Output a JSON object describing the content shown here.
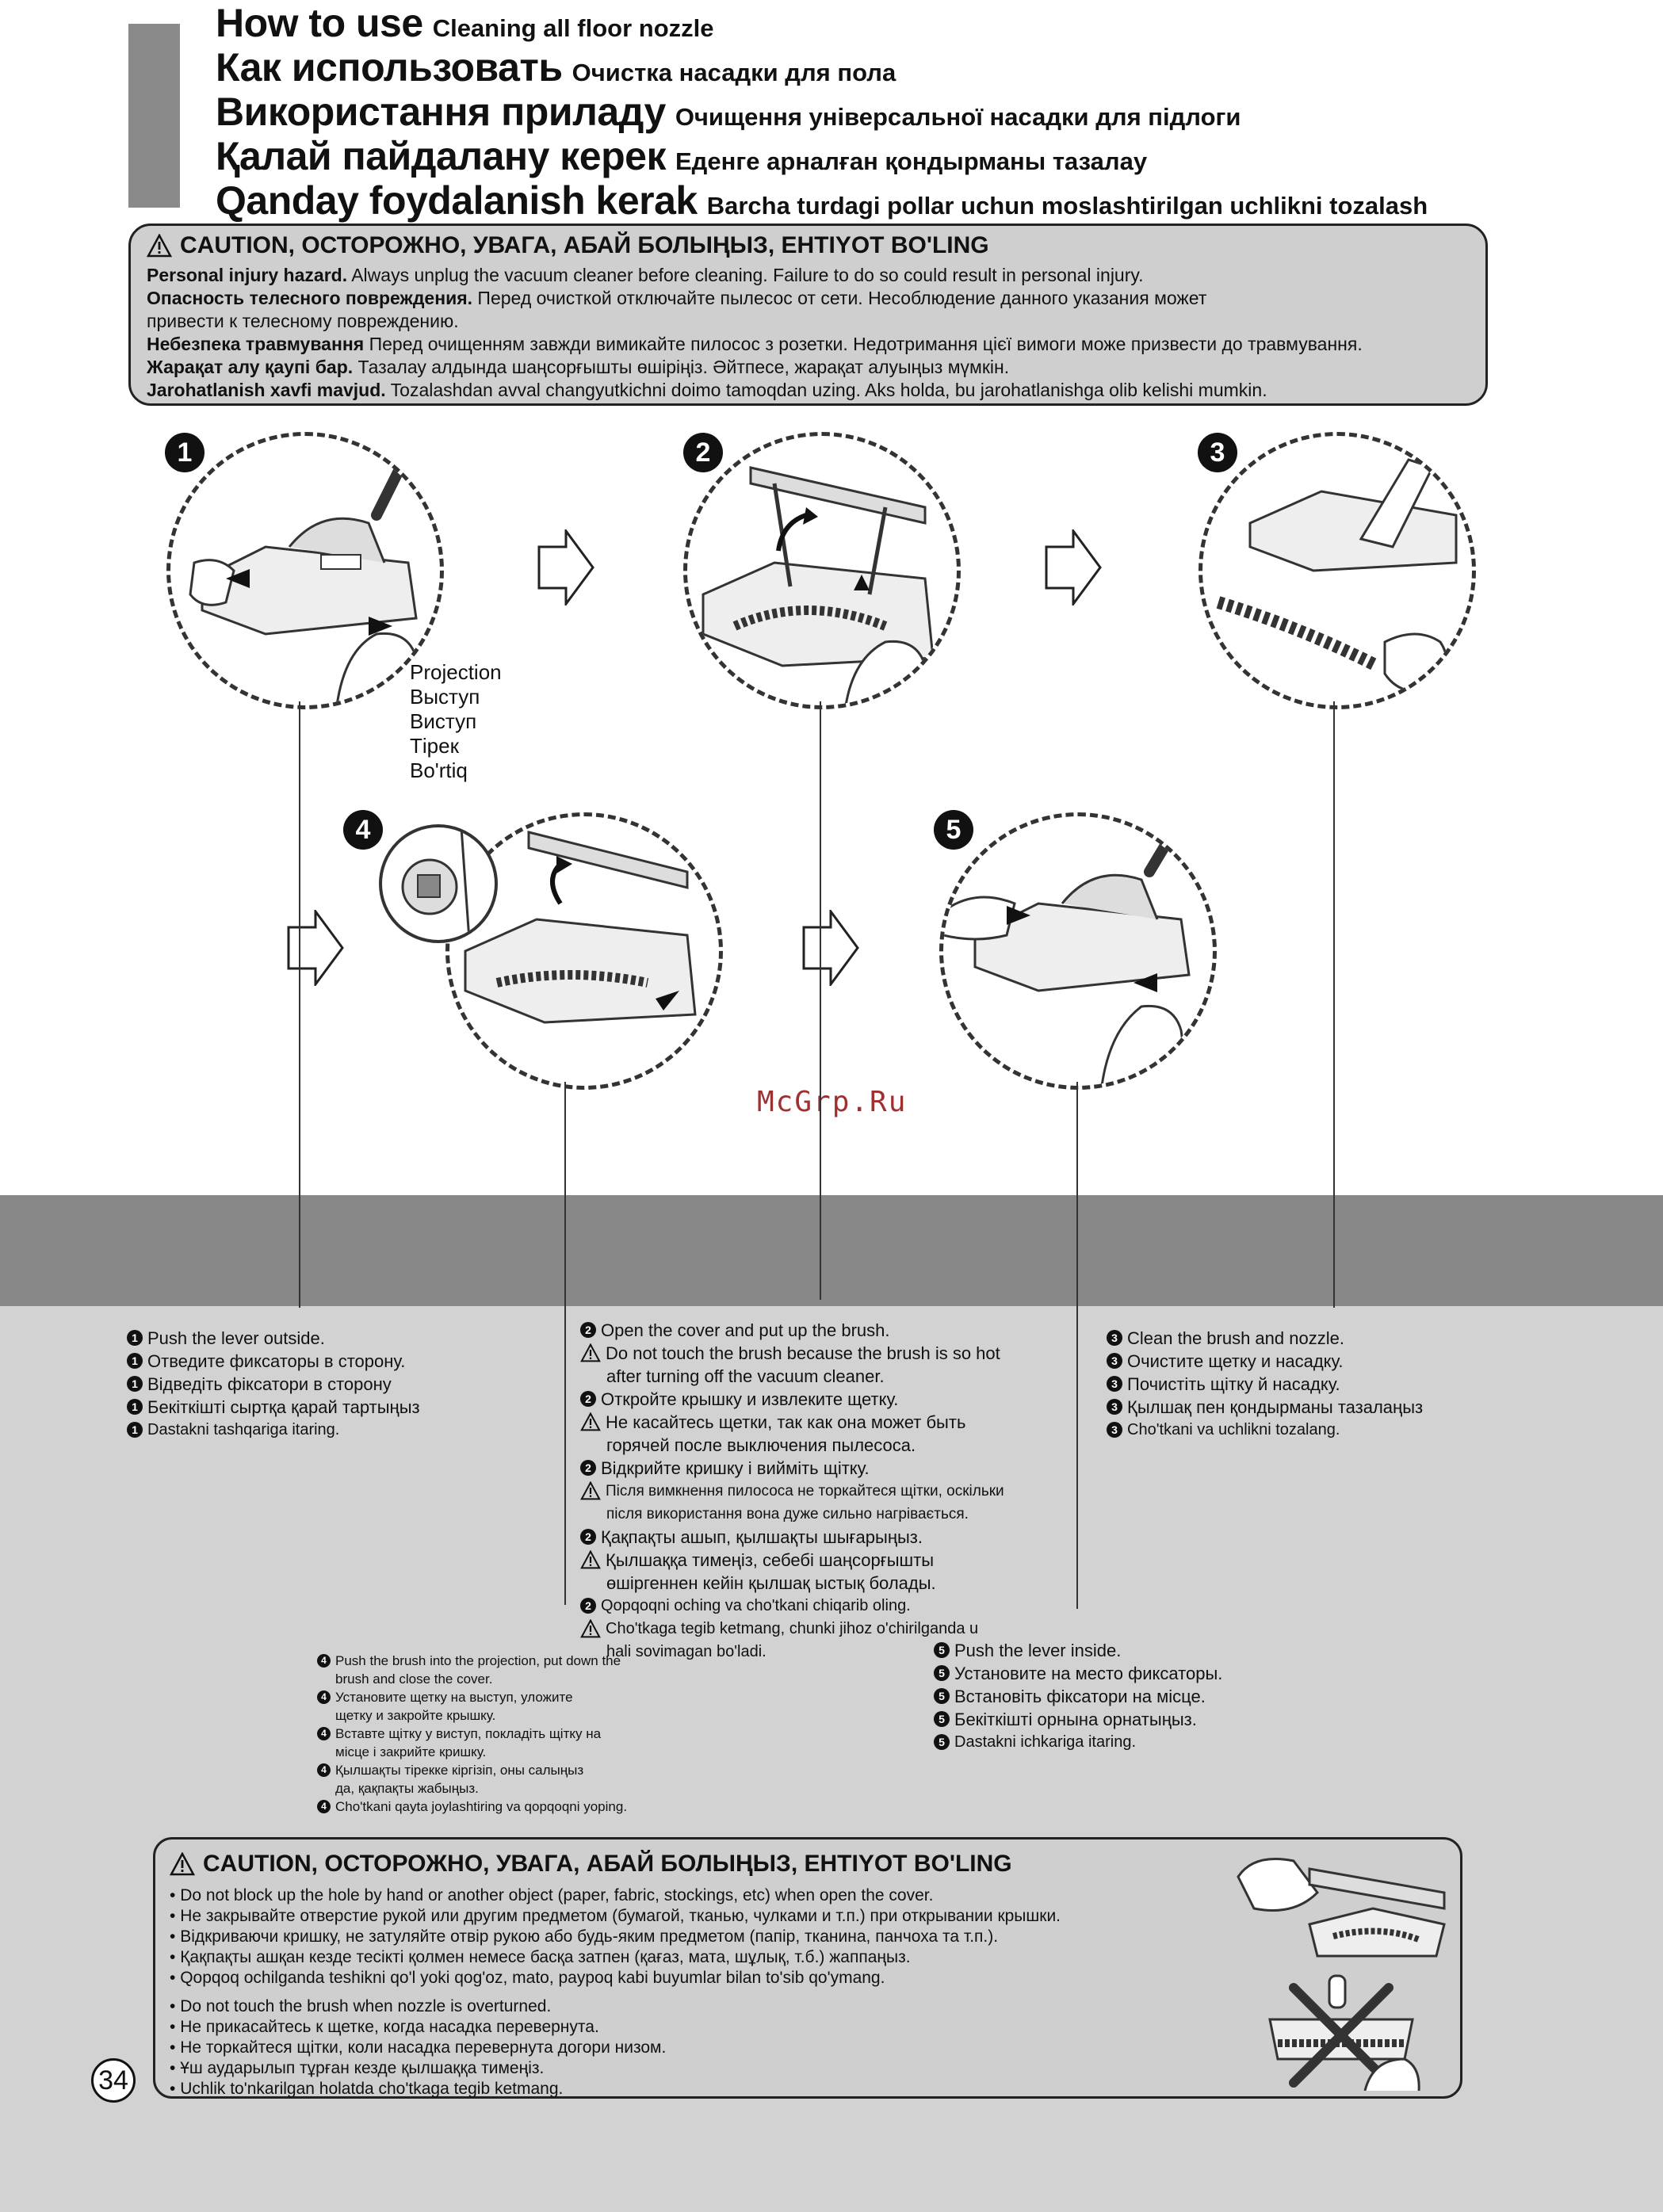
{
  "titles": [
    {
      "main": "How to use",
      "sub": "Cleaning all floor nozzle"
    },
    {
      "main": "Как использовать",
      "sub": "Очистка насадки для пола"
    },
    {
      "main": "Використання приладу",
      "sub": "Очищення універсальної насадки для підлоги"
    },
    {
      "main": "Қалай пайдалану керек",
      "sub": "Еденге арналған қондырманы тазалау"
    },
    {
      "main": "Qanday foydalanish kerak",
      "sub": "Barcha turdagi pollar uchun moslashtirilgan uchlikni tozalash"
    }
  ],
  "caution_top": {
    "heading": "CAUTION, ОСТОРОЖНО, УВАГА, АБАЙ БОЛЫҢЫЗ, EHTIYOT BO'LING",
    "lines": [
      {
        "bold": "Personal injury hazard.",
        "text": " Always unplug the vacuum cleaner before cleaning. Failure to do so could result in personal injury."
      },
      {
        "bold": "Опасность телесного повреждения.",
        "text": " Перед очисткой отключайте пылесос от сети. Несоблюдение данного указания может"
      },
      {
        "bold": "",
        "text": "привести к телесному повреждению."
      },
      {
        "bold": "Небезпека травмування",
        "text": " Перед очищенням завжди вимикайте пилосос з розетки. Недотримання цієї вимоги може призвести до травмування."
      },
      {
        "bold": "Жарақат алу қаупі бар.",
        "text": " Тазалау алдында шаңсорғышты өшіріңіз. Әйтпесе, жарақат алуыңыз мүмкін."
      },
      {
        "bold": "Jarohatlanish xavfi mavjud.",
        "text": " Tozalashdan avval changyutkichni doimo tamoqdan uzing. Aks holda, bu jarohatlanishga olib kelishi mumkin."
      }
    ]
  },
  "steps": [
    "1",
    "2",
    "3",
    "4",
    "5"
  ],
  "projection_labels": [
    "Projection",
    "Выступ",
    "Виступ",
    "Тірек",
    "Bo'rtiq"
  ],
  "watermark": "McGrp.Ru",
  "step1_text": [
    "Push the lever outside.",
    "Отведите фиксаторы в сторону.",
    "Відведіть фіксатори в сторону",
    "Бекіткішті сыртқа қарай тартыңыз",
    "Dastakni tashqariga itaring."
  ],
  "step2_text": {
    "en": "Open the cover and put up the brush.",
    "en_warn": [
      "Do not touch the brush because the brush is so hot",
      "after turning off the vacuum cleaner."
    ],
    "ru": "Откройте крышку и извлеките щетку.",
    "ru_warn": [
      "Не касайтесь щетки, так как она может быть",
      "горячей после выключения пылесоса."
    ],
    "uk": "Відкрийте кришку і вийміть щітку.",
    "uk_warn": [
      "Після вимкнення пилососа не торкайтеся щітки, оскільки",
      "після використання вона дуже сильно нагрівається."
    ],
    "kk": "Қақпақты ашып, қылшақты шығарыңыз.",
    "kk_warn": [
      "Қылшаққа тимеңіз, себебі шаңсорғышты",
      "өшіргеннен кейін қылшақ ыстық болады."
    ],
    "uz": "Qopqoqni oching va cho'tkani chiqarib oling.",
    "uz_warn": [
      "Cho'tkaga tegib ketmang, chunki jihoz o'chirilganda u",
      "hali sovimagan bo'ladi."
    ]
  },
  "step3_text": [
    "Clean the brush and nozzle.",
    "Очистите щетку и насадку.",
    "Почистіть щітку й насадку.",
    "Қылшақ пен қондырманы тазалаңыз",
    "Cho'tkani va uchlikni tozalang."
  ],
  "step4_text": [
    [
      "Push the brush into the projection, put down the",
      "brush and close the cover."
    ],
    [
      "Установите щетку на выступ, уложите",
      "щетку и закройте крышку."
    ],
    [
      "Вставте щітку у виступ, покладіть щітку на",
      "місце і закрийте кришку."
    ],
    [
      "Қылшақты тірекке кіргізіп, оны салыңыз",
      "да, қақпақты жабыңыз."
    ],
    [
      "Cho'tkani qayta joylashtiring va qopqoqni yoping."
    ]
  ],
  "step5_text": [
    "Push the lever inside.",
    "Установите на место фиксаторы.",
    "Встановіть фіксатори на місце.",
    "Бекіткішті орнына орнатыңыз.",
    "Dastakni ichkariga itaring."
  ],
  "caution_bottom": {
    "heading": "CAUTION, ОСТОРОЖНО, УВАГА, АБАЙ БОЛЫҢЫЗ, EHTIYOT BO'LING",
    "group1": [
      "Do not block up the hole by hand or another object (paper, fabric, stockings, etc) when open the cover.",
      "Не закрывайте отверстие рукой или другим предметом (бумагой, тканью, чулками и т.п.) при открывании крышки.",
      "Відкриваючи кришку, не затуляйте отвір рукою або будь-яким предметом (папір, тканина, панчоха та т.п.).",
      "Қақпақты ашқан кезде тесікті қолмен немесе басқа затпен (қағаз, мата, шұлық, т.б.) жаппаңыз.",
      "Qopqoq ochilganda teshikni qo'l yoki qog'oz, mato, paypoq kabi buyumlar bilan to'sib qo'ymang."
    ],
    "group2": [
      "Do not touch the brush when nozzle is overturned.",
      "Не прикасайтесь к щетке, когда насадка перевернута.",
      "Не торкайтеся щітки, коли насадка перевернута догори низом.",
      "Ұш аударылып тұрған кезде қылшаққа тимеңіз.",
      "Uchlik to'nkarilgan holatda cho'tkaga tegib ketmang."
    ]
  },
  "page_number": "34"
}
